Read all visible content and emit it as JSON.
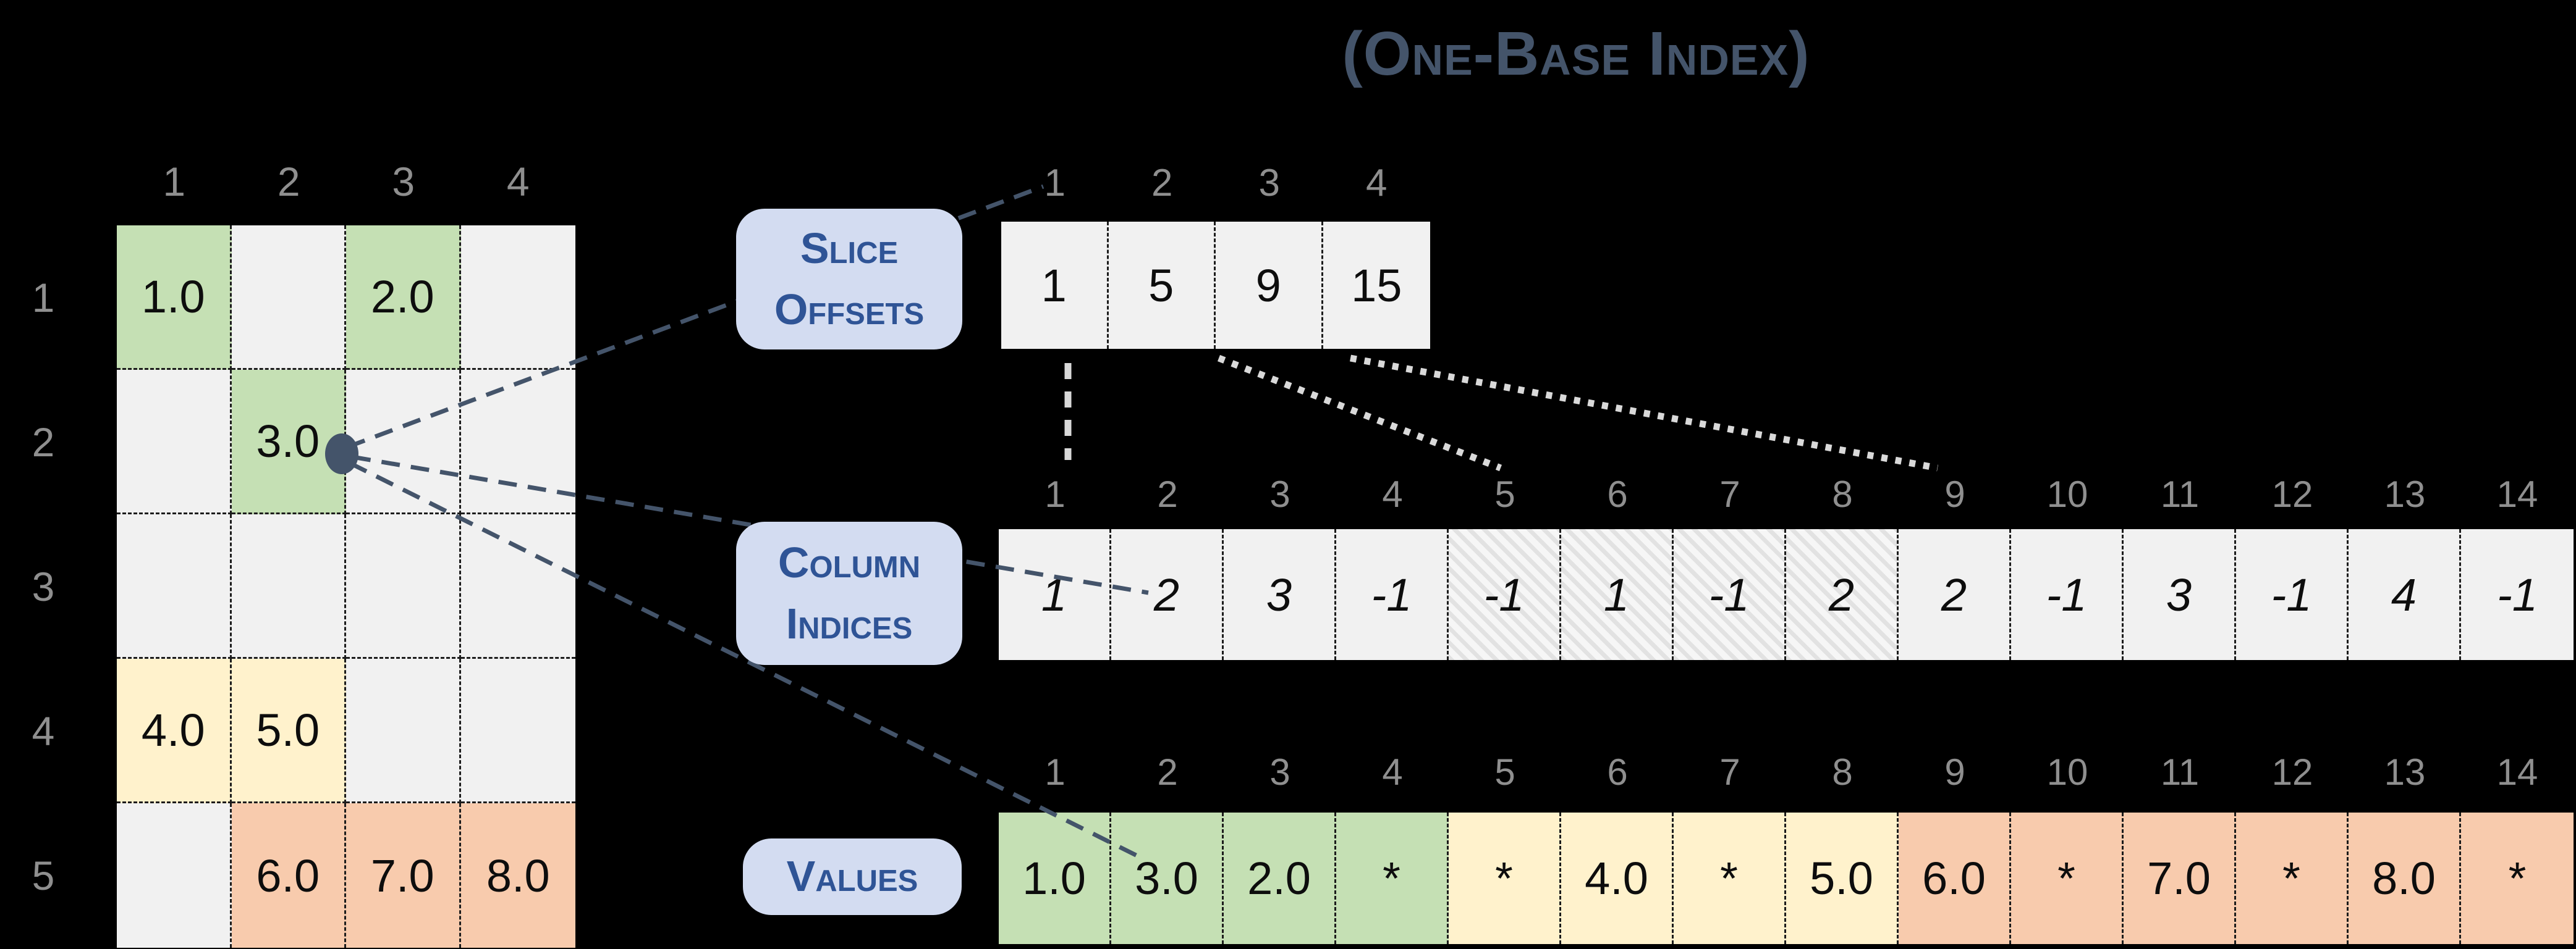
{
  "title": "(One-Base Index)",
  "matrix": {
    "col_headers": [
      "1",
      "2",
      "3",
      "4"
    ],
    "row_headers": [
      "1",
      "2",
      "3",
      "4",
      "5"
    ],
    "cells": [
      {
        "t": "1.0",
        "cls": "green"
      },
      {
        "t": ""
      },
      {
        "t": "2.0",
        "cls": "green"
      },
      {
        "t": ""
      },
      {
        "t": ""
      },
      {
        "t": "3.0",
        "cls": "green"
      },
      {
        "t": ""
      },
      {
        "t": ""
      },
      {
        "t": ""
      },
      {
        "t": ""
      },
      {
        "t": ""
      },
      {
        "t": ""
      },
      {
        "t": "4.0",
        "cls": "yellow"
      },
      {
        "t": "5.0",
        "cls": "yellow"
      },
      {
        "t": ""
      },
      {
        "t": ""
      },
      {
        "t": ""
      },
      {
        "t": "6.0",
        "cls": "orange"
      },
      {
        "t": "7.0",
        "cls": "orange"
      },
      {
        "t": "8.0",
        "cls": "orange"
      }
    ]
  },
  "arrays": {
    "slice_offsets": {
      "label_line1": "Slice",
      "label_line2": "Offsets",
      "indices": [
        "1",
        "2",
        "3",
        "4"
      ],
      "cells": [
        "1",
        "5",
        "9",
        "15"
      ]
    },
    "column_indices": {
      "label_line1": "Column",
      "label_line2": "Indices",
      "indices": [
        "1",
        "2",
        "3",
        "4",
        "5",
        "6",
        "7",
        "8",
        "9",
        "10",
        "11",
        "12",
        "13",
        "14"
      ],
      "cells": [
        {
          "t": "1"
        },
        {
          "t": "2"
        },
        {
          "t": "3"
        },
        {
          "t": "-1"
        },
        {
          "t": "-1",
          "cls": "hatch"
        },
        {
          "t": "1",
          "cls": "hatch"
        },
        {
          "t": "-1",
          "cls": "hatch"
        },
        {
          "t": "2",
          "cls": "hatch"
        },
        {
          "t": "2"
        },
        {
          "t": "-1"
        },
        {
          "t": "3"
        },
        {
          "t": "-1"
        },
        {
          "t": "4"
        },
        {
          "t": "-1"
        }
      ]
    },
    "values_row": {
      "label_line1": "Values",
      "indices": [
        "1",
        "2",
        "3",
        "4",
        "5",
        "6",
        "7",
        "8",
        "9",
        "10",
        "11",
        "12",
        "13",
        "14"
      ],
      "cells": [
        {
          "t": "1.0",
          "cls": "green"
        },
        {
          "t": "3.0",
          "cls": "green"
        },
        {
          "t": "2.0",
          "cls": "green"
        },
        {
          "t": "*",
          "cls": "green"
        },
        {
          "t": "*",
          "cls": "yellow"
        },
        {
          "t": "4.0",
          "cls": "yellow"
        },
        {
          "t": "*",
          "cls": "yellow"
        },
        {
          "t": "5.0",
          "cls": "yellow"
        },
        {
          "t": "6.0",
          "cls": "orange"
        },
        {
          "t": "*",
          "cls": "orange"
        },
        {
          "t": "7.0",
          "cls": "orange"
        },
        {
          "t": "*",
          "cls": "orange"
        },
        {
          "t": "8.0",
          "cls": "orange"
        },
        {
          "t": "*",
          "cls": "orange"
        }
      ]
    }
  },
  "colors": {
    "green": "#C5E0B4",
    "yellow": "#FFF2CC",
    "orange": "#F8CBAD",
    "slate": "#44546A",
    "label_blue": "#2F5496",
    "label_bg": "#D3DCF1",
    "cell_bg": "#F1F1F1",
    "header_gray": "#8F8F8F",
    "dotted_line": "#D9D9D9"
  }
}
